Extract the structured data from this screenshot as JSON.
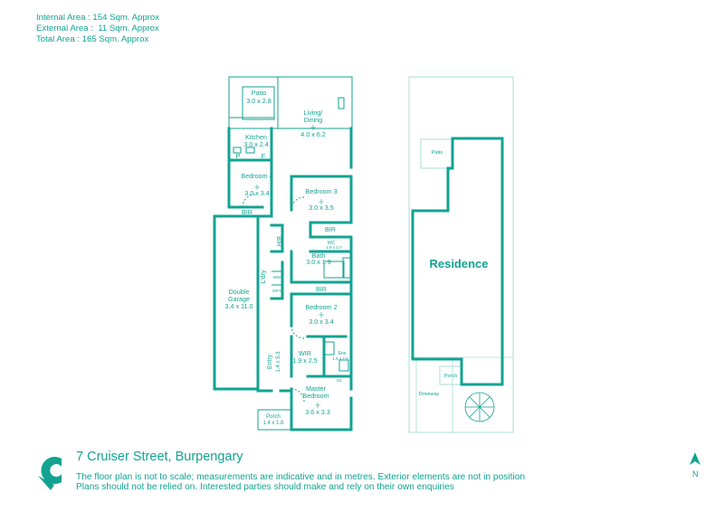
{
  "areas": {
    "internal": "Internal Area : 154 Sqm. Approx",
    "external": "External Area :  11 Sqm. Approx",
    "total": "Total Area : 165 Sqm. Approx"
  },
  "rooms": {
    "patio": {
      "name": "Patio",
      "dims": "3.0 x 2.8"
    },
    "living": {
      "name": "Living/",
      "name2": "Dining",
      "dims": "4.0 x 6.2"
    },
    "kitchen": {
      "name": "Kitchen",
      "dims": "3.0 x 2.4"
    },
    "pantry": "P",
    "fridge": "F",
    "bedroom4": {
      "name": "Bedroom 4",
      "dims": "3.0 x 3.4"
    },
    "bir_top": "BIR",
    "bedroom3": {
      "name": "Bedroom 3",
      "dims": "3.0 x 3.5"
    },
    "bir_mid": "BIR",
    "wc": {
      "name": "WC",
      "dims": "1.9 x 1.0"
    },
    "bath": {
      "name": "Bath",
      "dims": "3.0 x 1.9"
    },
    "bir_vertical": "BIR",
    "bir_low": "BIR",
    "ldry": "L'dry",
    "wm": "WM",
    "dry": "DRY",
    "garage": {
      "name": "Double",
      "name2": "Garage",
      "dims": "3.4 x 11.0"
    },
    "bedroom2": {
      "name": "Bedroom 2",
      "dims": "3.0 x 3.4"
    },
    "wir": {
      "name": "WIR",
      "dims": "1.9 x 2.5"
    },
    "ens": {
      "name": "Ens",
      "dims": "1.9 x 2.5"
    },
    "sc": "SC",
    "entry": {
      "name": "Entry",
      "dims": "1.4 x 5.3"
    },
    "master": {
      "name": "Master",
      "name2": "Bedroom",
      "dims": "3.6 x 3.3"
    },
    "porch": {
      "name": "Porch",
      "dims": "1.4 x 1.8"
    }
  },
  "site": {
    "patio": "Patio",
    "residence": "Residence",
    "porch": "Porch",
    "driveway": "Driveway"
  },
  "footer": {
    "address": "7 Cruiser Street, Burpengary",
    "disclaimer1": "The floor plan is not to scale; measurements are indicative and in metres. Exterior elements are not in position",
    "disclaimer2": "Plans should not be relied on. Interested parties should make and rely on their own enquiries",
    "north": "N"
  },
  "colors": {
    "accent": "#12a392",
    "light": "#a8ded6"
  }
}
